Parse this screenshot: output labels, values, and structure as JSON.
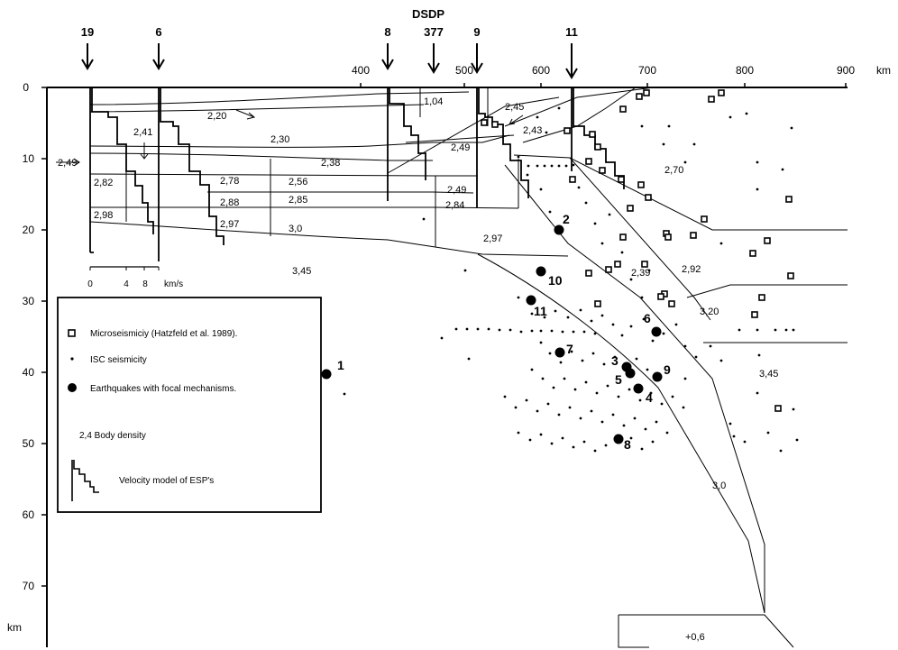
{
  "title": "DSDP",
  "top_markers": [
    "19",
    "6",
    "8",
    "377",
    "9",
    "11"
  ],
  "x_axis": {
    "ticks": [
      "400",
      "500",
      "600",
      "700",
      "800",
      "900"
    ],
    "unit": "km"
  },
  "y_axis": {
    "ticks": [
      "0",
      "10",
      "20",
      "30",
      "40",
      "50",
      "60",
      "70"
    ],
    "unit": "km"
  },
  "densities": [
    "2,20",
    "1,04",
    "2,45",
    "2,41",
    "2,30",
    "2,49",
    "2,43",
    "2,70",
    "2,49",
    "2,38",
    "2,82",
    "2,78",
    "2,56",
    "2,49",
    "2,88",
    "2,85",
    "2,84",
    "2,98",
    "2,97",
    "3,0",
    "2,97",
    "3,45",
    "2,39",
    "2,92",
    "3,20",
    "3,45",
    "3,0",
    "+0,6"
  ],
  "velocity_scale": {
    "ticks": [
      "0",
      "4",
      "8"
    ],
    "unit": "km/s"
  },
  "earthquake_labels": [
    "1",
    "2",
    "10",
    "11",
    "6",
    "7",
    "3",
    "5",
    "9",
    "4",
    "8"
  ],
  "legend": {
    "microseismicity": "Microseismiciy (Hatzfeld et al. 1989).",
    "isc": "ISC seismicity",
    "focal": "Earthquakes with focal mechanisms.",
    "density": "2,4 Body density",
    "velocity": "Velocity model of ESP's"
  }
}
